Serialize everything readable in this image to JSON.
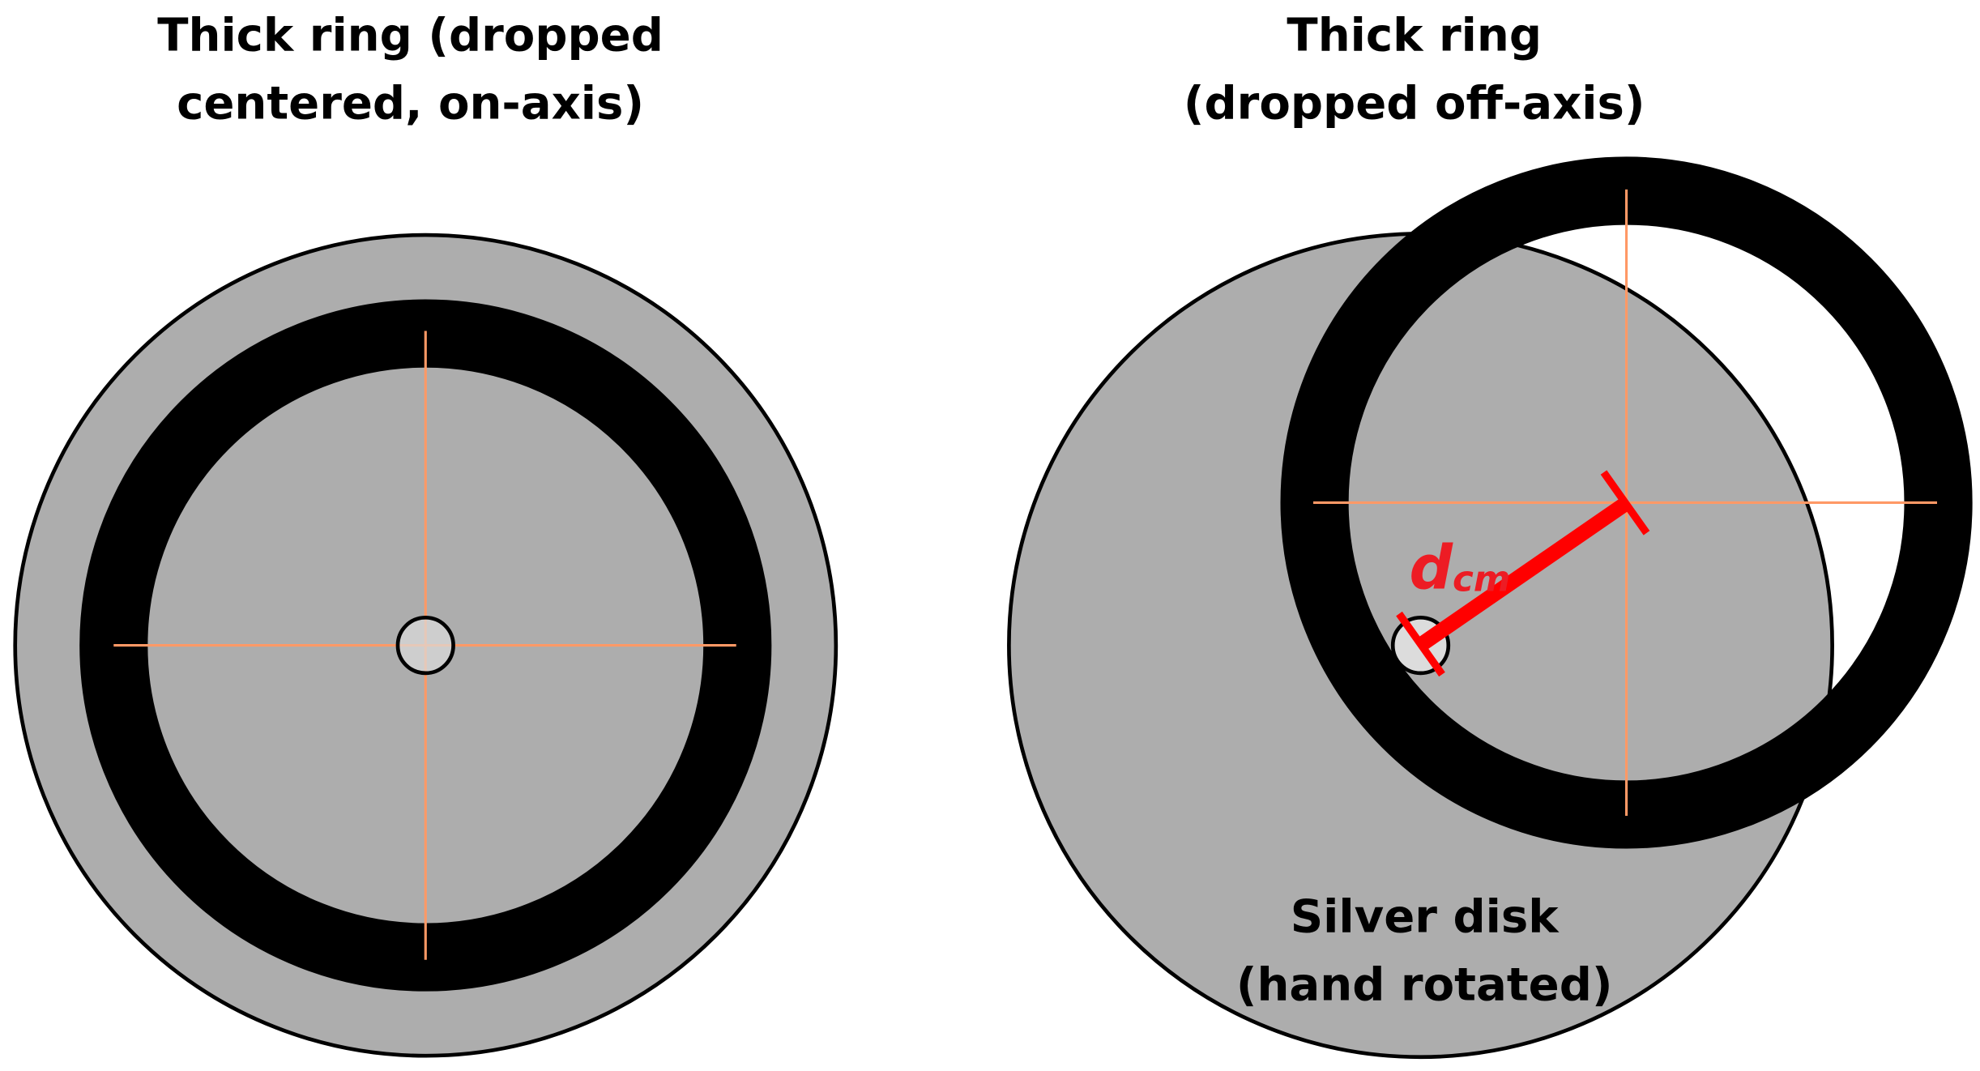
{
  "left_panel": {
    "title_line1": "Thick ring (dropped",
    "title_line2": "centered, on-axis)"
  },
  "right_panel": {
    "title_line1": "Thick ring",
    "title_line2": "(dropped off-axis)",
    "distance_label": "d",
    "distance_subscript": "cm",
    "disk_label_line1": "Silver disk",
    "disk_label_line2": "(hand rotated)"
  },
  "colors": {
    "disk": "#adadad",
    "ring": "#000000",
    "axis": "#ff9966",
    "distance": "#ff0000",
    "label": "#ed1c24",
    "pivot": "#dcdcdc"
  }
}
